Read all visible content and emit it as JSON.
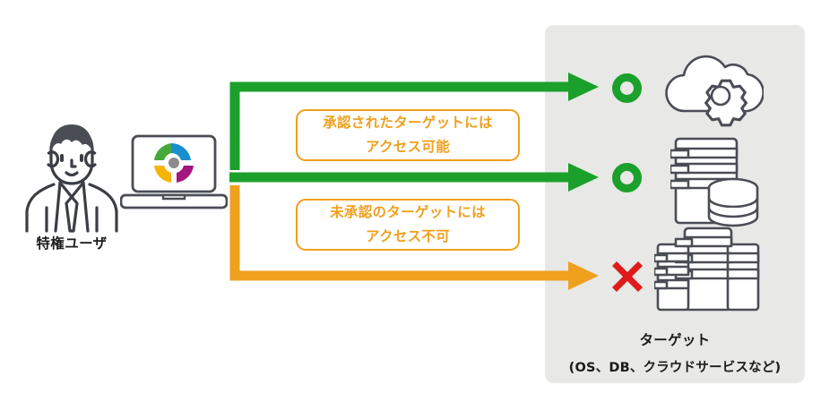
{
  "colors": {
    "allow_green": "#1ba02c",
    "deny_orange": "#efa01e",
    "deny_red": "#e01b1b",
    "panel_gray": "#e8e8e6",
    "icon_outline": "#4a4d55",
    "text_dark": "#1b1b1b",
    "logo_blue": "#1a8fd0",
    "logo_magenta": "#a2187e",
    "logo_yellow": "#f5b400",
    "logo_green": "#46a83c",
    "logo_center_gray": "#8c8c8c"
  },
  "actor": {
    "label": "特権ユーザ",
    "icon": "business-person-icon"
  },
  "device": {
    "icon": "laptop-icon",
    "logo_icon": "four-segment-ring-logo"
  },
  "flows": [
    {
      "id": "allow-upper",
      "color": "#1ba02c",
      "marker": "green-ring",
      "state": "allowed"
    },
    {
      "id": "allow-middle",
      "color": "#1ba02c",
      "marker": "green-ring",
      "state": "allowed"
    },
    {
      "id": "deny-lower",
      "color": "#efa01e",
      "marker": "red-cross",
      "state": "denied"
    }
  ],
  "callouts": [
    {
      "id": "callout-allow",
      "line1": "承認されたターゲットには",
      "line2": "アクセス可能",
      "color": "#efa01e"
    },
    {
      "id": "callout-deny",
      "line1": "未承認のターゲットには",
      "line2": "アクセス不可",
      "color": "#efa01e"
    }
  ],
  "targets": {
    "caption_title": "ターゲット",
    "caption_sub": "(OS、DB、クラウドサービスなど)",
    "items": [
      {
        "icon": "cloud-gear-icon",
        "marker": "green-ring-icon"
      },
      {
        "icon": "server-database-icon",
        "marker": "green-ring-icon"
      },
      {
        "icon": "server-racks-icon",
        "marker": "red-cross-icon"
      }
    ]
  }
}
